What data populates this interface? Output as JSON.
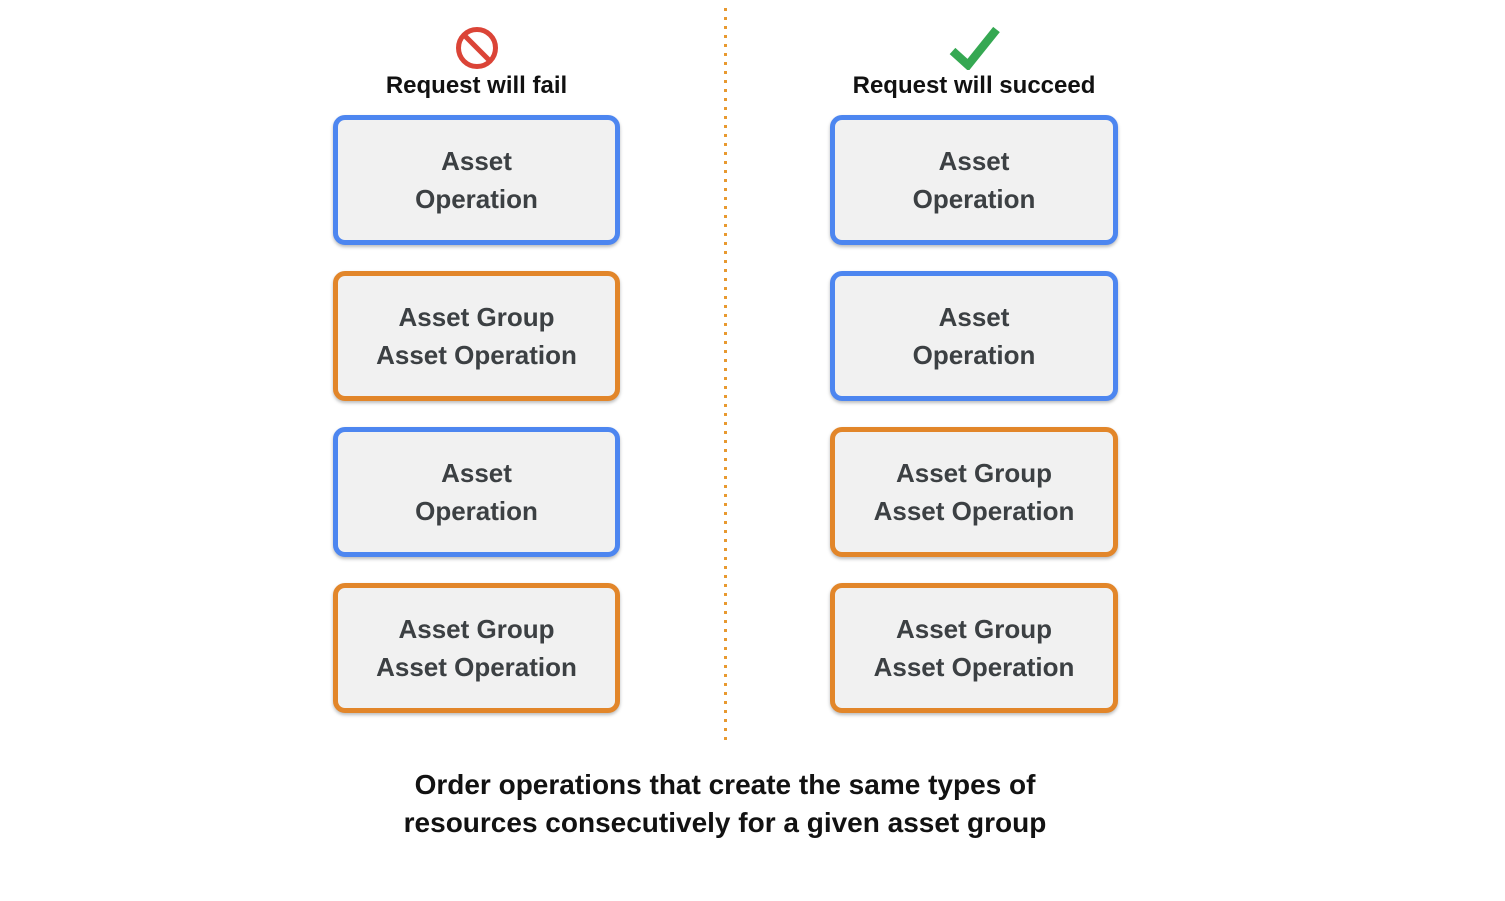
{
  "colors": {
    "blue": "#4d86f0",
    "orange": "#e2862a",
    "box-bg": "#f1f1f1",
    "box-text": "#3c4043",
    "heading-text": "#111111",
    "caption-text": "#121212",
    "fail-icon": "#db4437",
    "success-icon": "#35a852",
    "divider": "#e8992f"
  },
  "columns": [
    {
      "title": "Request will fail",
      "icon": "no-entry",
      "boxes": [
        {
          "line1": "Asset",
          "line2": "Operation",
          "variant": "blue"
        },
        {
          "line1": "Asset Group",
          "line2": "Asset Operation",
          "variant": "orange"
        },
        {
          "line1": "Asset",
          "line2": "Operation",
          "variant": "blue"
        },
        {
          "line1": "Asset Group",
          "line2": "Asset Operation",
          "variant": "orange"
        }
      ]
    },
    {
      "title": "Request will succeed",
      "icon": "checkmark",
      "boxes": [
        {
          "line1": "Asset",
          "line2": "Operation",
          "variant": "blue"
        },
        {
          "line1": "Asset",
          "line2": "Operation",
          "variant": "blue"
        },
        {
          "line1": "Asset Group",
          "line2": "Asset Operation",
          "variant": "orange"
        },
        {
          "line1": "Asset Group",
          "line2": "Asset Operation",
          "variant": "orange"
        }
      ]
    }
  ],
  "caption": {
    "line1": "Order operations that create the same types of",
    "line2": "resources consecutively for a given asset group"
  }
}
